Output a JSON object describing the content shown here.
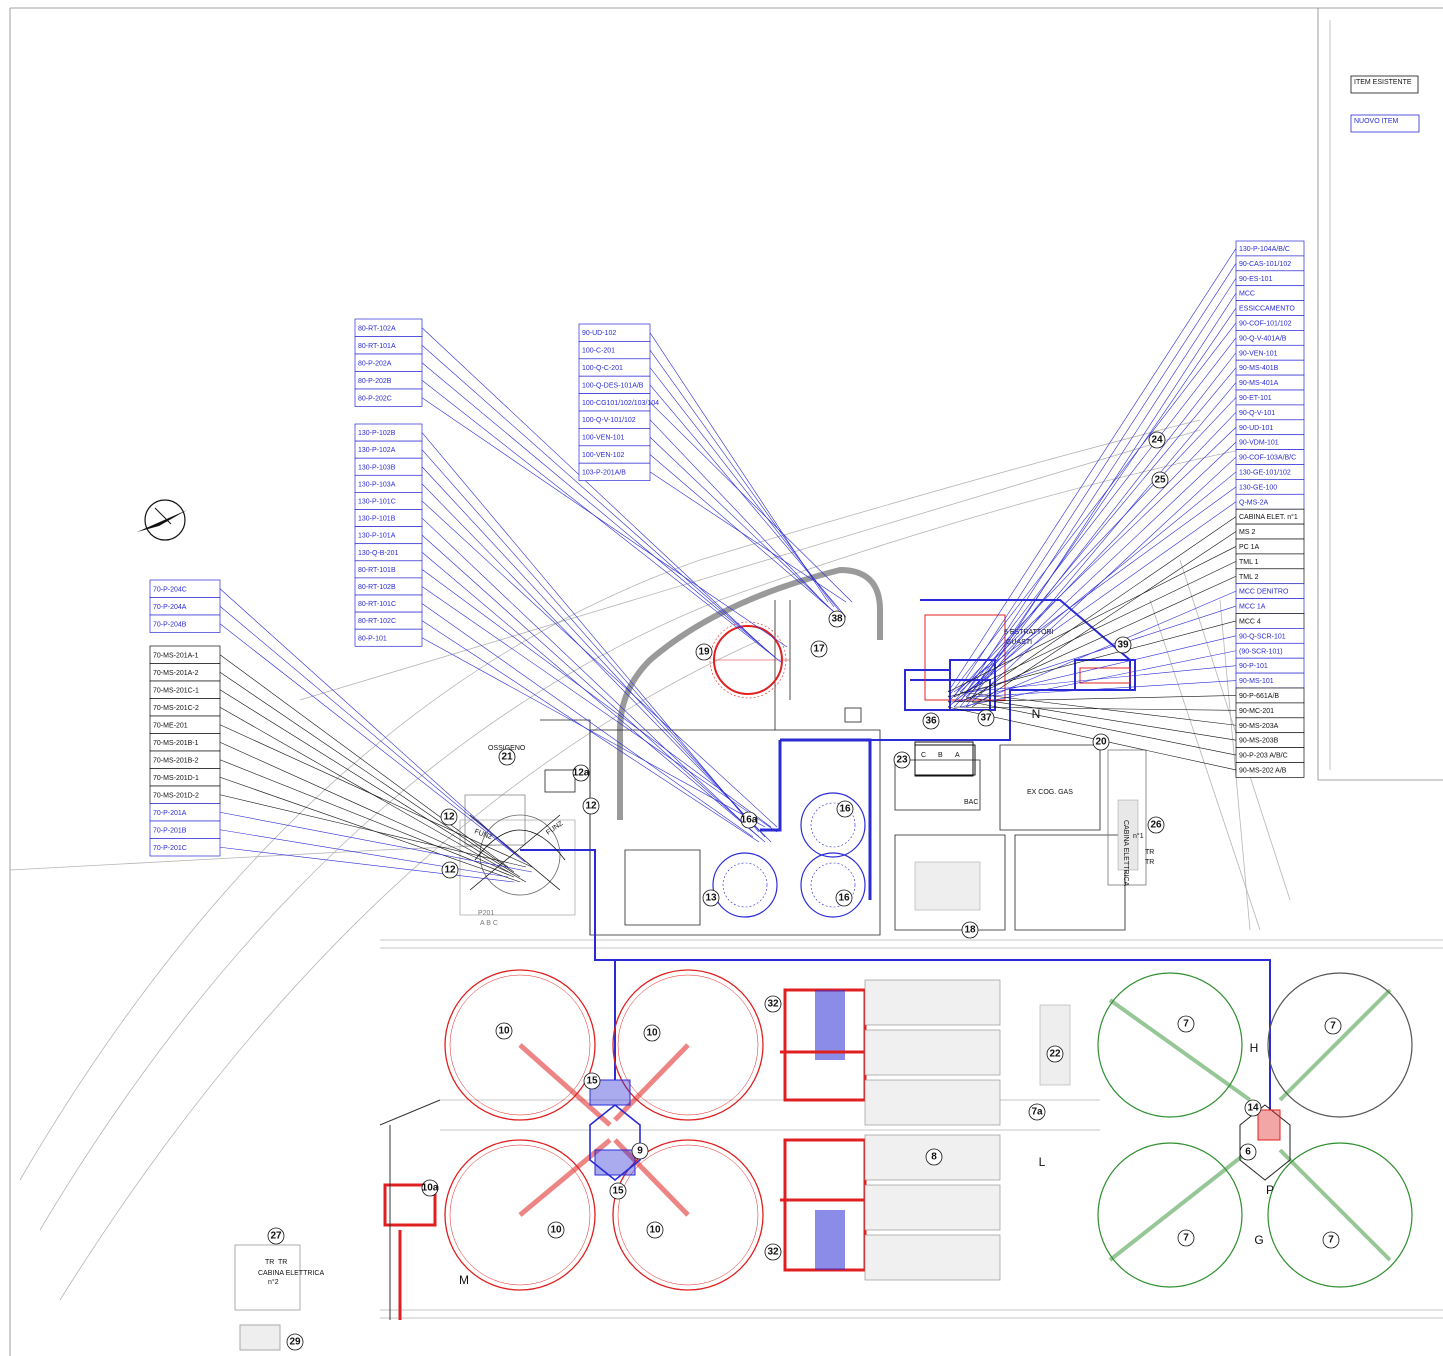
{
  "legend": {
    "existing": "ITEM ESISTENTE",
    "new": "NUOVO ITEM"
  },
  "colors": {
    "existing": "#111111",
    "new": "#2b2bd6",
    "red_units": "#e02020",
    "green_units": "#2f8f2f",
    "gray": "#9a9a9a"
  },
  "tags": {
    "group_a": [
      {
        "text": "80-RT-102A",
        "status": "new"
      },
      {
        "text": "80-RT-101A",
        "status": "new"
      },
      {
        "text": "80-P-202A",
        "status": "new"
      },
      {
        "text": "80-P-202B",
        "status": "new"
      },
      {
        "text": "80-P-202C",
        "status": "new"
      }
    ],
    "group_b": [
      {
        "text": "130-P-102B",
        "status": "new"
      },
      {
        "text": "130-P-102A",
        "status": "new"
      },
      {
        "text": "130-P-103B",
        "status": "new"
      },
      {
        "text": "130-P-103A",
        "status": "new"
      },
      {
        "text": "130-P-101C",
        "status": "new"
      },
      {
        "text": "130-P-101B",
        "status": "new"
      },
      {
        "text": "130-P-101A",
        "status": "new"
      },
      {
        "text": "130-Q-B-201",
        "status": "new"
      },
      {
        "text": "80-RT-101B",
        "status": "new"
      },
      {
        "text": "80-RT-102B",
        "status": "new"
      },
      {
        "text": "80-RT-101C",
        "status": "new"
      },
      {
        "text": "80-RT-102C",
        "status": "new"
      },
      {
        "text": "80-P-101",
        "status": "new"
      }
    ],
    "group_c": [
      {
        "text": "90-UD-102",
        "status": "new"
      },
      {
        "text": "100-C-201",
        "status": "new"
      },
      {
        "text": "100-Q-C-201",
        "status": "new"
      },
      {
        "text": "100-Q-DES-101A/B",
        "status": "new"
      },
      {
        "text": "100-CG101/102/103/104",
        "status": "new"
      },
      {
        "text": "100-Q-V-101/102",
        "status": "new"
      },
      {
        "text": "100-VEN-101",
        "status": "new"
      },
      {
        "text": "100-VEN-102",
        "status": "new"
      },
      {
        "text": "103-P-201A/B",
        "status": "new"
      }
    ],
    "group_d": [
      {
        "text": "70-P-204C",
        "status": "new"
      },
      {
        "text": "70-P-204A",
        "status": "new"
      },
      {
        "text": "70-P-204B",
        "status": "new"
      }
    ],
    "group_e": [
      {
        "text": "70-MS-201A-1",
        "status": "existing"
      },
      {
        "text": "70-MS-201A-2",
        "status": "existing"
      },
      {
        "text": "70-MS-201C-1",
        "status": "existing"
      },
      {
        "text": "70-MS-201C-2",
        "status": "existing"
      },
      {
        "text": "70-ME-201",
        "status": "existing"
      },
      {
        "text": "70-MS-201B-1",
        "status": "existing"
      },
      {
        "text": "70-MS-201B-2",
        "status": "existing"
      },
      {
        "text": "70-MS-201D-1",
        "status": "existing"
      },
      {
        "text": "70-MS-201D-2",
        "status": "existing"
      },
      {
        "text": "70-P-201A",
        "status": "new"
      },
      {
        "text": "70-P-201B",
        "status": "new"
      },
      {
        "text": "70-P-201C",
        "status": "new"
      }
    ],
    "group_f": [
      {
        "text": "130-P-104A/B/C",
        "status": "new"
      },
      {
        "text": "90-CAS-101/102",
        "status": "new"
      },
      {
        "text": "90-ES-101",
        "status": "new"
      },
      {
        "text": "MCC",
        "status": "new"
      },
      {
        "text": "ESSICCAMENTO",
        "status": "new"
      },
      {
        "text": "90-COF-101/102",
        "status": "new"
      },
      {
        "text": "90-Q-V-401A/B",
        "status": "new"
      },
      {
        "text": "90-VEN-101",
        "status": "new"
      },
      {
        "text": "90-MS-401B",
        "status": "new"
      },
      {
        "text": "90-MS-401A",
        "status": "new"
      },
      {
        "text": "90-ET-101",
        "status": "new"
      },
      {
        "text": "90-Q-V-101",
        "status": "new"
      },
      {
        "text": "90-UD-101",
        "status": "new"
      },
      {
        "text": "90-VDM-101",
        "status": "new"
      },
      {
        "text": "90-COF-103A/B/C",
        "status": "new"
      },
      {
        "text": "130-GE-101/102",
        "status": "new"
      },
      {
        "text": "130-GE-100",
        "status": "new"
      },
      {
        "text": "Q-MS-2A",
        "status": "new"
      },
      {
        "text": "CABINA ELET. n°1",
        "status": "existing"
      },
      {
        "text": "MS 2",
        "status": "existing"
      },
      {
        "text": "PC 1A",
        "status": "existing"
      },
      {
        "text": "TML 1",
        "status": "existing"
      },
      {
        "text": "TML 2",
        "status": "existing"
      },
      {
        "text": "MCC DENITRO",
        "status": "new"
      },
      {
        "text": "MCC 1A",
        "status": "new"
      },
      {
        "text": "MCC 4",
        "status": "existing"
      },
      {
        "text": "90-Q-SCR-101",
        "status": "new"
      },
      {
        "text": "(90-SCR-101)",
        "status": "new"
      },
      {
        "text": "90-P-101",
        "status": "new"
      },
      {
        "text": "90-MS-101",
        "status": "new"
      },
      {
        "text": "90-P-661A/B",
        "status": "existing"
      },
      {
        "text": "90-MC-201",
        "status": "existing"
      },
      {
        "text": "90-MS-203A",
        "status": "existing"
      },
      {
        "text": "90-MS-203B",
        "status": "existing"
      },
      {
        "text": "90-P-203 A/B/C",
        "status": "existing"
      },
      {
        "text": "90-MS-202 A/B",
        "status": "existing"
      }
    ]
  },
  "unit_numbers": {
    "n7": "7",
    "n7a": "7a",
    "n6": "6",
    "n8": "8",
    "n9": "9",
    "n10": "10",
    "n10a": "10a",
    "n12": "12",
    "n12a": "12a",
    "n13": "13",
    "n14": "14",
    "n15": "15",
    "n16": "16",
    "n16a": "16a",
    "n17": "17",
    "n18": "18",
    "n19": "19",
    "n20": "20",
    "n21": "21",
    "n22": "22",
    "n23": "23",
    "n24": "24",
    "n25": "25",
    "n26": "26",
    "n27": "27",
    "n29": "29",
    "n32": "32",
    "n36": "36",
    "n37": "37",
    "n38": "38",
    "n39": "39"
  },
  "letters": {
    "G": "G",
    "H": "H",
    "L": "L",
    "M": "M",
    "N": "N",
    "P": "P",
    "A": "A",
    "B": "B",
    "C": "C"
  },
  "labels": {
    "ossigeno": "OSSIGENO",
    "funz": "FUNZ",
    "estrattori": "6 ESTRATTORI",
    "guasti": "GUASTI",
    "ex_cog_gas": "EX COG. GAS",
    "cabina_elettrica": "CABINA ELETTRICA",
    "cabina_n1": "n°1",
    "cabina_n2": "n°2",
    "tr": "TR",
    "bac": "BAC",
    "p201": "P201",
    "abc": "A B C"
  }
}
